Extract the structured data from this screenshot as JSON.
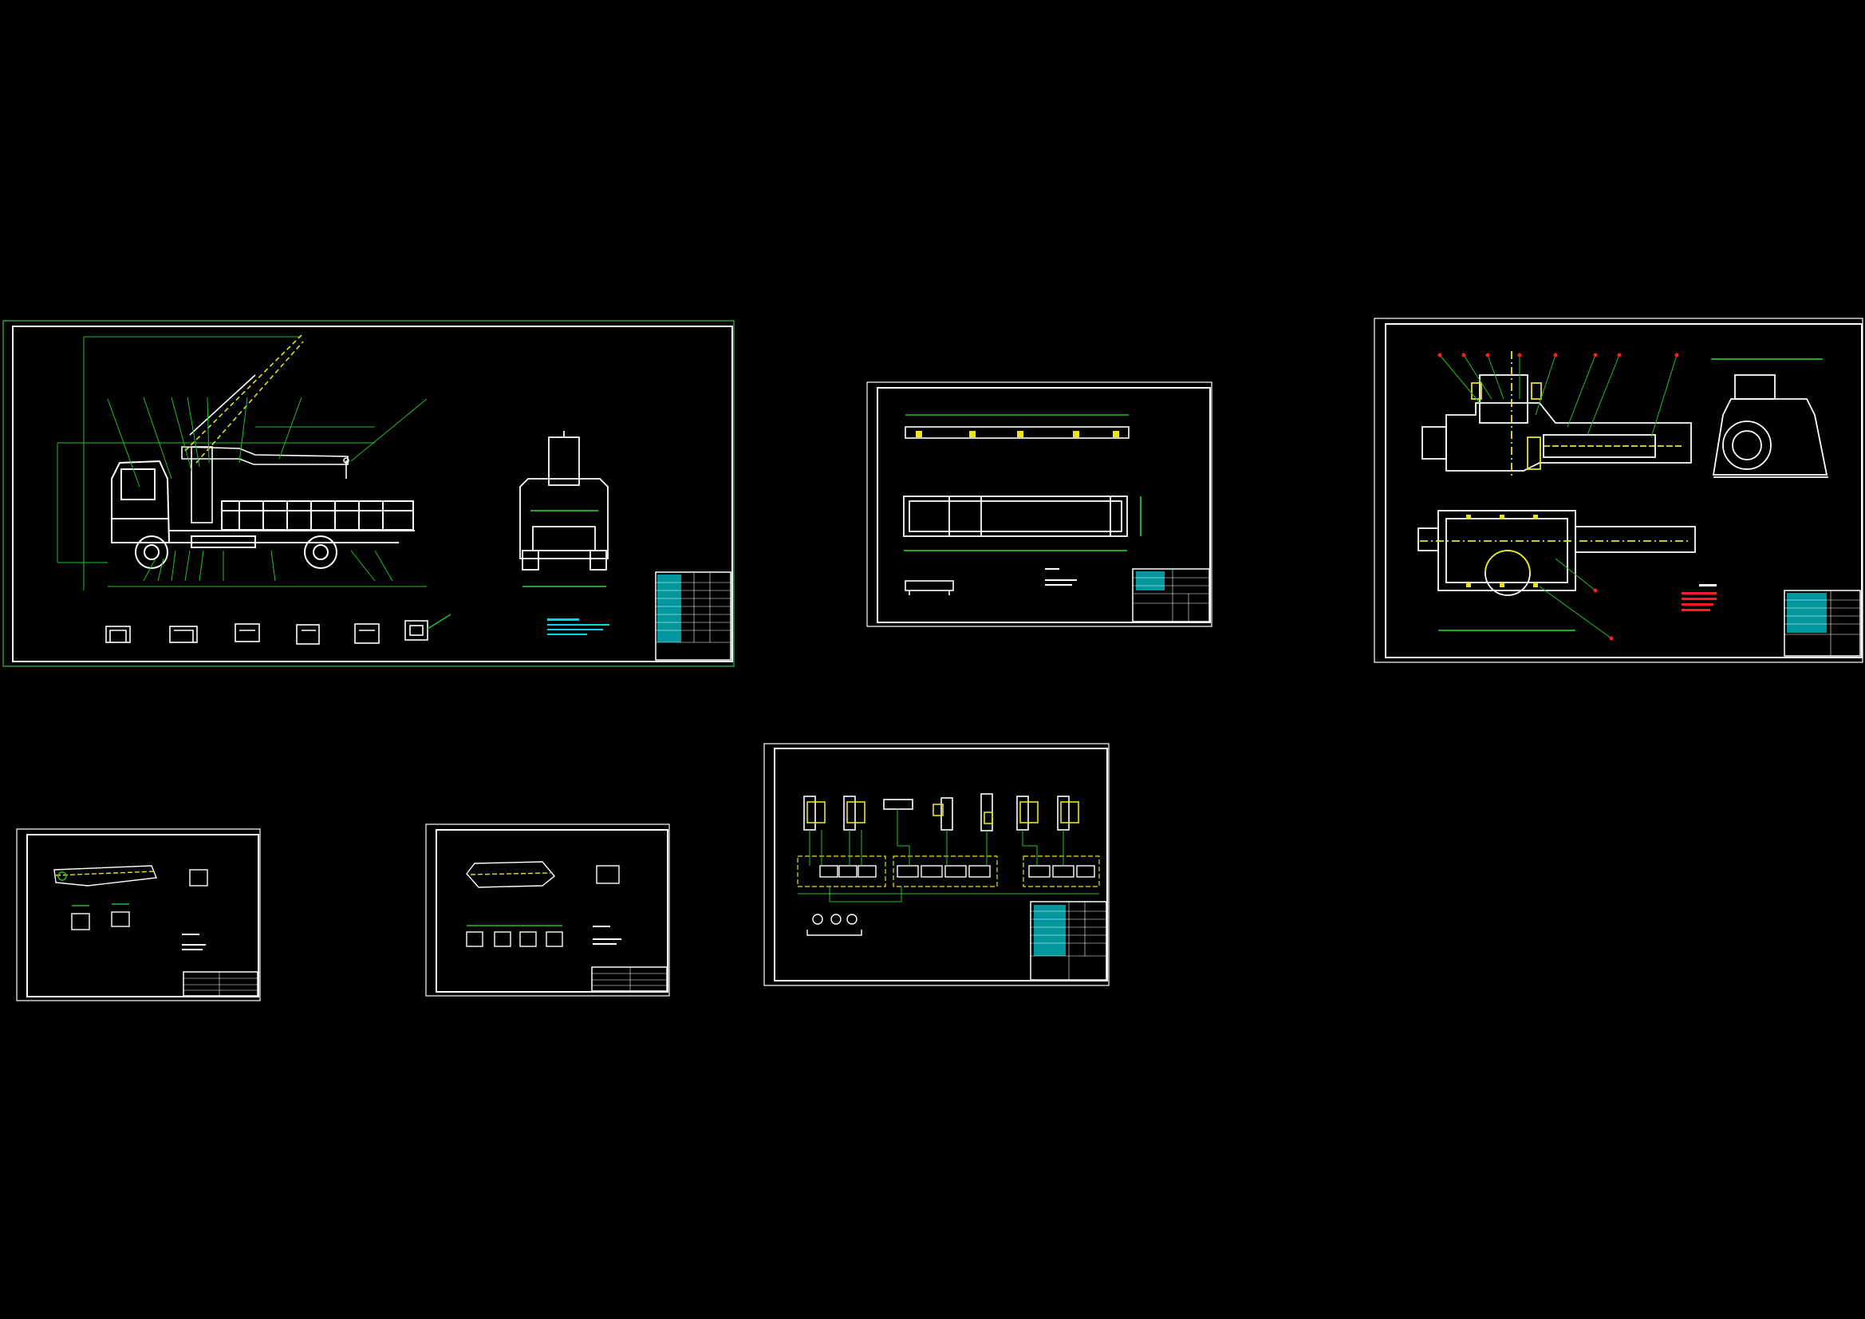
{
  "colors": {
    "background": "#000000",
    "frame": "#ffffff",
    "outer_frame": "#2e9e3e",
    "line_green": "#22c02a",
    "line_yellow": "#e6e61e",
    "line_cyan": "#00d7e6",
    "line_red": "#ff1e1e",
    "table_fill": "#00c8d2"
  },
  "sheets": [
    {
      "id": "truck-crane-assembly",
      "view": "general-assembly"
    },
    {
      "id": "beam-part",
      "view": "part-drawing"
    },
    {
      "id": "slewing-mechanism",
      "view": "assembly-section"
    },
    {
      "id": "small-part-a",
      "view": "part-drawing"
    },
    {
      "id": "small-part-b",
      "view": "part-drawing"
    },
    {
      "id": "hydraulic-circuit",
      "view": "schematic"
    }
  ]
}
